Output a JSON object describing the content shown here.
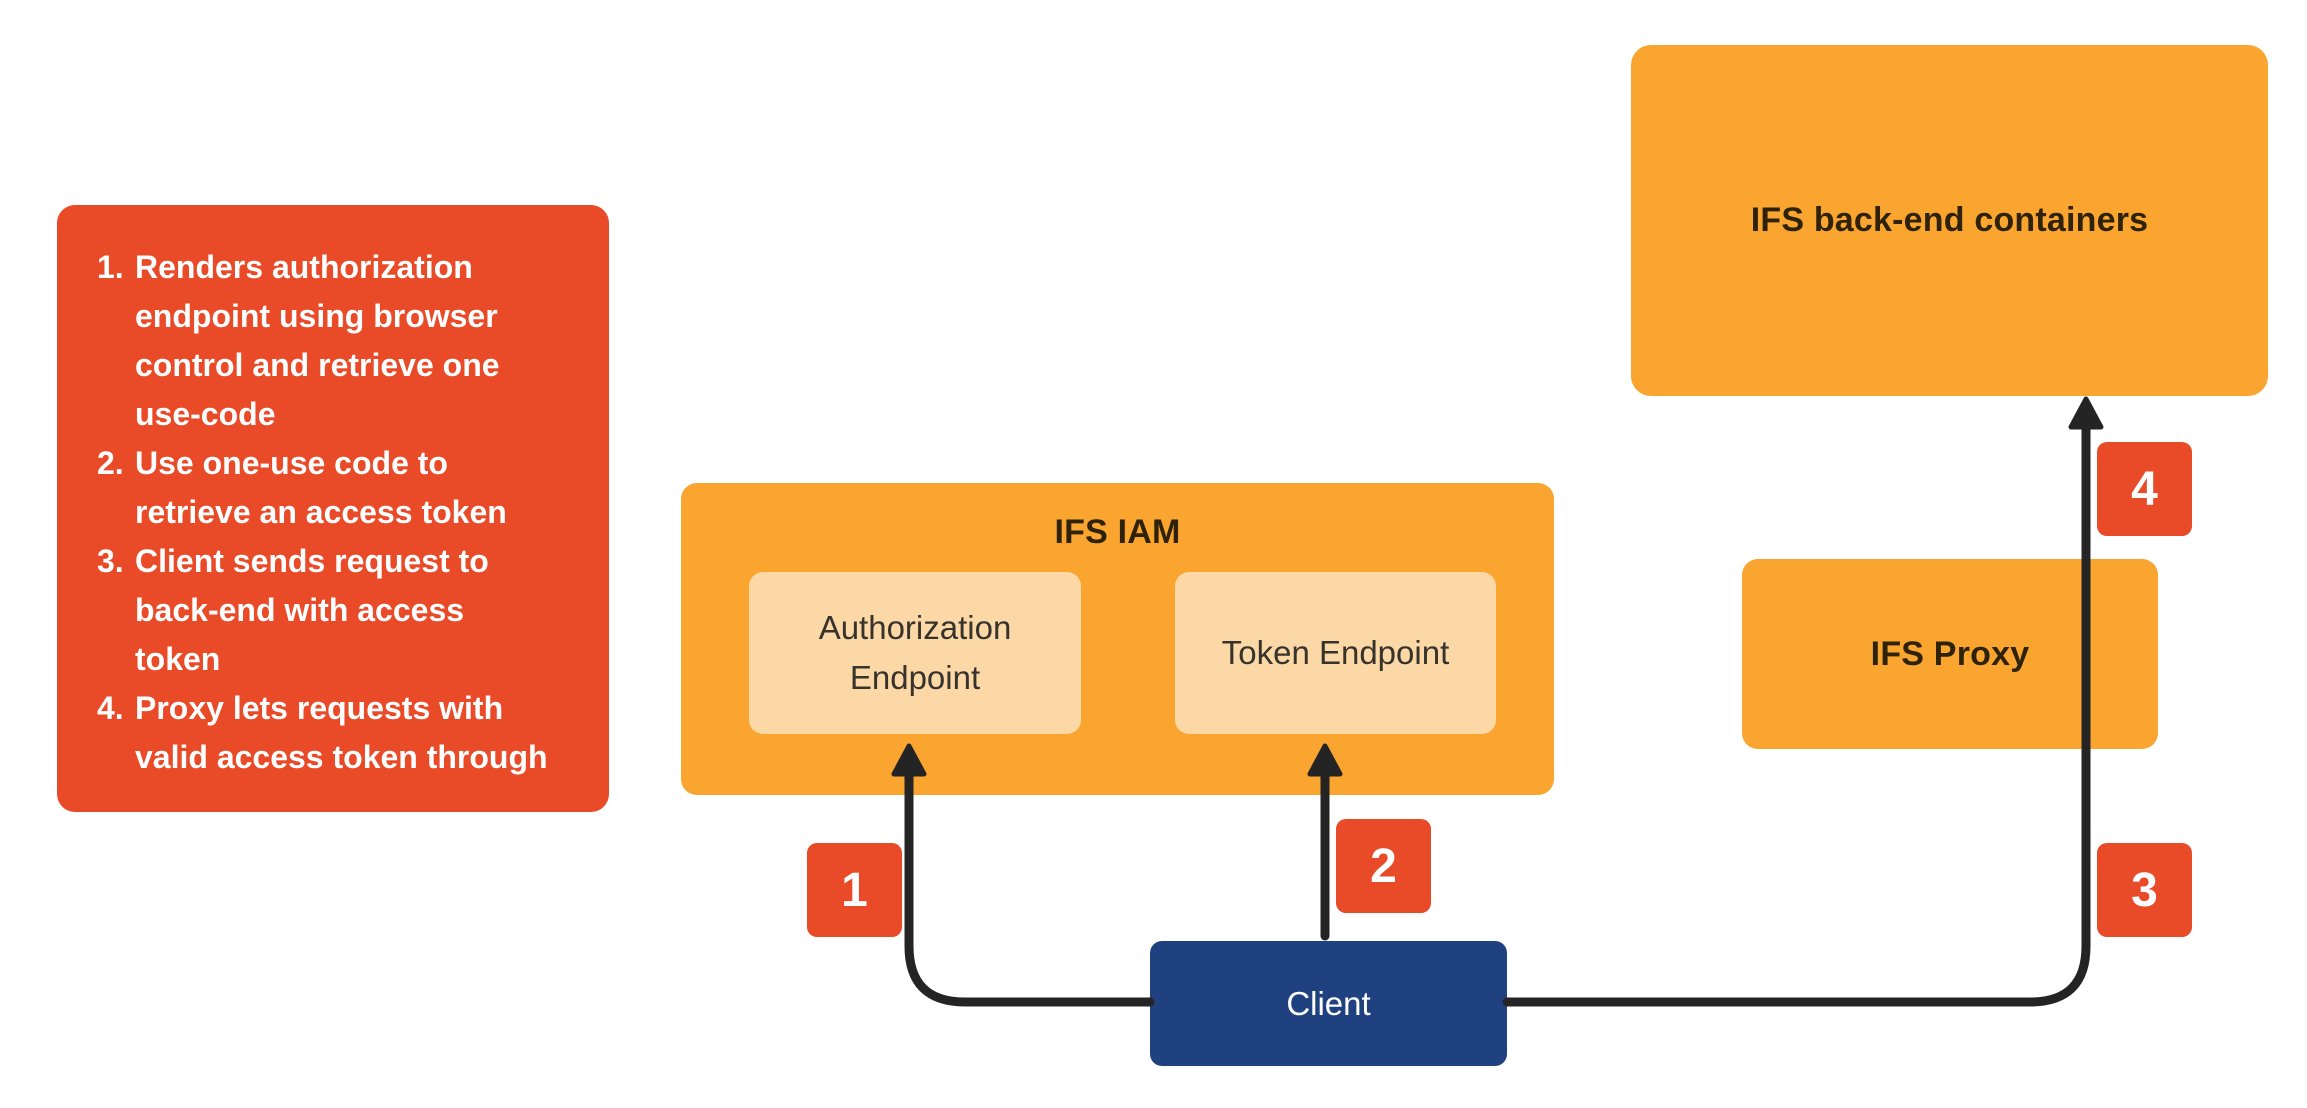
{
  "colors": {
    "red": "#E94A28",
    "orange": "#FAA52F",
    "light_orange": "#FBD8A6",
    "navy": "#20417F",
    "line": "#242424",
    "text_dark": "#2E2208",
    "text_mid": "#37322B",
    "white": "#FFFFFF"
  },
  "steps": {
    "items": [
      {
        "num": "1.",
        "text": "Renders authorization endpoint using browser control and retrieve one use-code",
        "lines": [
          "Renders authorization",
          "endpoint using browser",
          "control and retrieve one",
          "use-code"
        ]
      },
      {
        "num": "2.",
        "text": "Use one-use code to retrieve an access token",
        "lines": [
          "Use one-use code to",
          "retrieve an access token"
        ]
      },
      {
        "num": "3.",
        "text": "Client sends request to back-end with access token",
        "lines": [
          "Client sends request to",
          "back-end with access",
          "token"
        ]
      },
      {
        "num": "4.",
        "text": "Proxy lets requests with valid access token through",
        "lines": [
          "Proxy lets requests with",
          "valid access token through"
        ]
      }
    ]
  },
  "nodes": {
    "iam": {
      "title": "IFS IAM"
    },
    "auth_endpoint": {
      "label": "Authorization Endpoint"
    },
    "token_endpoint": {
      "label": "Token Endpoint"
    },
    "backend": {
      "title": "IFS back-end containers"
    },
    "proxy": {
      "title": "IFS Proxy"
    },
    "client": {
      "label": "Client"
    }
  },
  "badges": [
    {
      "label": "1"
    },
    {
      "label": "2"
    },
    {
      "label": "3"
    },
    {
      "label": "4"
    }
  ]
}
